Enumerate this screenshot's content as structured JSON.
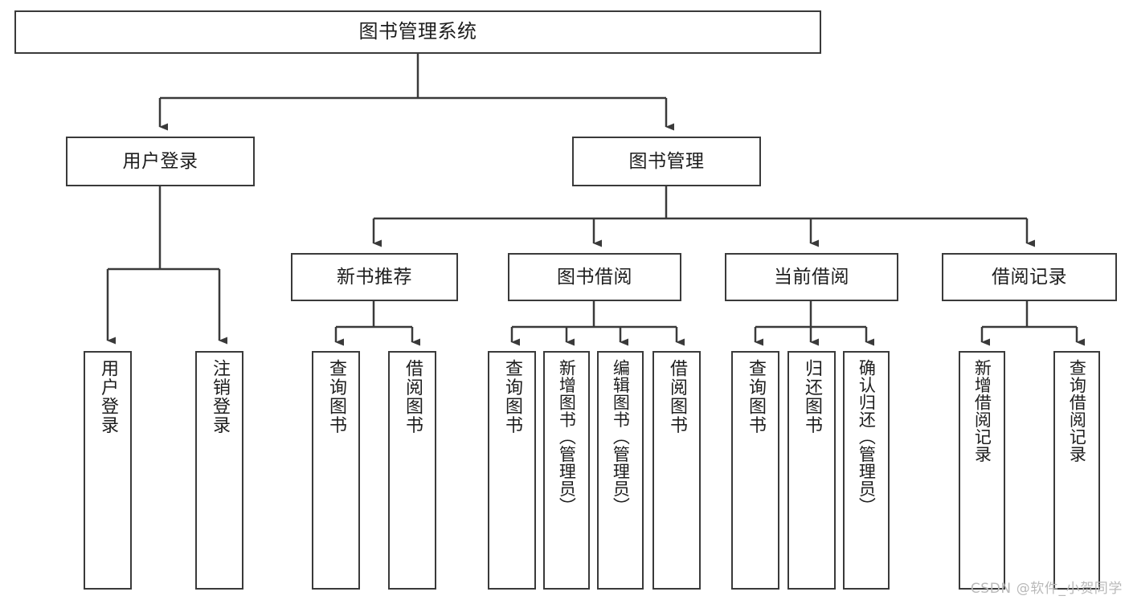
{
  "diagram": {
    "title": "图书管理系统",
    "type": "tree-hierarchy-chart",
    "watermark": "CSDN @软件_小贺同学",
    "line_color": "#3a3a3a",
    "box_fill": "#ffffff",
    "text_color": "#1d1d1d"
  },
  "nodes": {
    "root": {
      "label": "图书管理系统"
    },
    "level2": [
      {
        "id": "user-login",
        "label": "用户登录"
      },
      {
        "id": "book-management",
        "label": "图书管理"
      }
    ],
    "level3": [
      {
        "id": "new-book-recommend",
        "label": "新书推荐"
      },
      {
        "id": "book-borrow",
        "label": "图书借阅"
      },
      {
        "id": "current-borrow",
        "label": "当前借阅"
      },
      {
        "id": "borrow-record",
        "label": "借阅记录"
      }
    ],
    "leaves": {
      "user_login": [
        {
          "id": "leaf-user-login",
          "label": "用户登录"
        },
        {
          "id": "leaf-logout-login",
          "label": "注销登录"
        }
      ],
      "new_book_recommend": [
        {
          "id": "leaf-query-book-1",
          "label": "查询图书"
        },
        {
          "id": "leaf-borrow-book-1",
          "label": "借阅图书"
        }
      ],
      "book_borrow": [
        {
          "id": "leaf-query-book-2",
          "label": "查询图书"
        },
        {
          "id": "leaf-add-book",
          "label": "新增图书（管理员）"
        },
        {
          "id": "leaf-edit-book",
          "label": "编辑图书（管理员）"
        },
        {
          "id": "leaf-borrow-book-2",
          "label": "借阅图书"
        }
      ],
      "current_borrow": [
        {
          "id": "leaf-query-book-3",
          "label": "查询图书"
        },
        {
          "id": "leaf-return-book",
          "label": "归还图书"
        },
        {
          "id": "leaf-confirm-return",
          "label": "确认归还（管理员）"
        }
      ],
      "borrow_record": [
        {
          "id": "leaf-add-record",
          "label": "新增借阅记录"
        },
        {
          "id": "leaf-query-record",
          "label": "查询借阅记录"
        }
      ]
    }
  }
}
